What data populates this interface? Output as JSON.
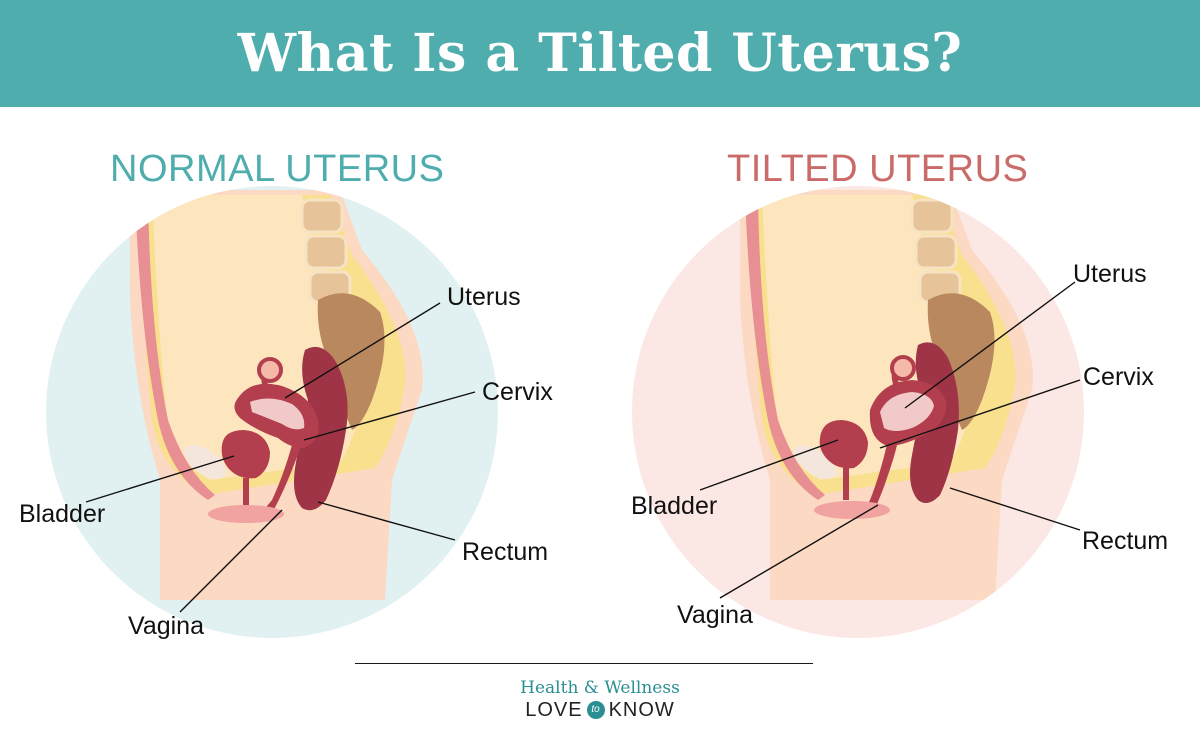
{
  "header": {
    "title": "What Is a Tilted Uterus?"
  },
  "colors": {
    "header_bg": "#4fadad",
    "normal_accent": "#4fadad",
    "tilted_accent": "#c96b68",
    "normal_circle": "#e1f1f1",
    "tilted_circle": "#fbe7e3",
    "organ": "#b33f4e",
    "uterus_inner": "#f2c9c9",
    "spine": "#e6c399",
    "rectum_upper": "#b9885e",
    "skin": "#fbd9c2",
    "fat": "#f8e08e",
    "abdomen": "#fde6bd"
  },
  "panels": {
    "normal": {
      "title": "NORMAL UTERUS",
      "labels": {
        "uterus": "Uterus",
        "cervix": "Cervix",
        "bladder": "Bladder",
        "rectum": "Rectum",
        "vagina": "Vagina"
      }
    },
    "tilted": {
      "title": "TILTED UTERUS",
      "labels": {
        "uterus": "Uterus",
        "cervix": "Cervix",
        "bladder": "Bladder",
        "rectum": "Rectum",
        "vagina": "Vagina"
      }
    }
  },
  "footer": {
    "brand_top": "Health & Wellness",
    "brand_left": "LOVE",
    "brand_mid": "to",
    "brand_right": "KNOW"
  }
}
